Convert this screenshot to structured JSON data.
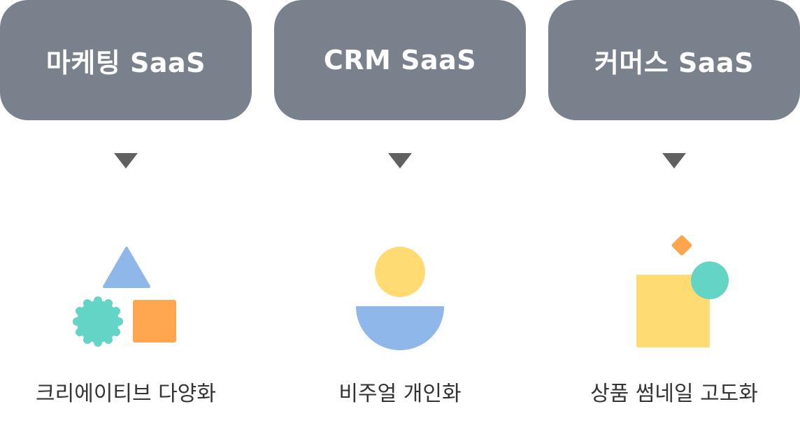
{
  "colors": {
    "box_background": "#79818d",
    "box_text": "#ffffff",
    "arrow": "#616161",
    "caption_text": "#333333",
    "blue": "#8fb7ea",
    "teal": "#63d4c5",
    "orange": "#ffa64f",
    "yellow": "#ffdb72"
  },
  "columns": [
    {
      "title": "마케팅 SaaS",
      "caption": "크리에이티브 다양화",
      "icon": "shapes-triangle-flower-square-icon"
    },
    {
      "title": "CRM SaaS",
      "caption": "비주얼 개인화",
      "icon": "person-circle-halfcircle-icon"
    },
    {
      "title": "커머스 SaaS",
      "caption": "상품 썸네일 고도화",
      "icon": "square-circle-diamond-icon"
    }
  ]
}
